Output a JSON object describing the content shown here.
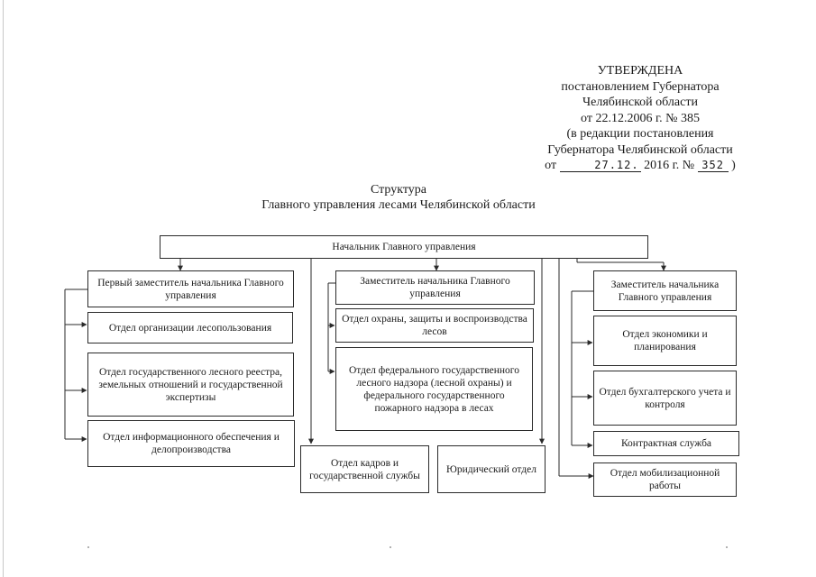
{
  "approval": {
    "line1": "УТВЕРЖДЕНА",
    "line2": "постановлением Губернатора",
    "line3": "Челябинской области",
    "line4": "от 22.12.2006 г. № 385",
    "line5": "(в редакции постановления",
    "line6": "Губернатора Челябинской области",
    "from_label": "от",
    "day": "27.12.",
    "year_text": "2016 г. №",
    "number": "352",
    "close": ")"
  },
  "title": {
    "line1": "Структура",
    "line2": "Главного управления лесами Челябинской  области"
  },
  "org": {
    "head": "Начальник Главного управления",
    "left": {
      "deputy": "Первый заместитель  начальника Главного управления",
      "dept1": "Отдел организации лесопользования",
      "dept2": "Отдел государственного лесного реестра, земельных отношений и государственной экспертизы",
      "dept3": "Отдел информационного обеспечения и делопроизводства"
    },
    "center": {
      "deputy": "Заместитель начальника Главного  управления",
      "dept1": "Отдел охраны, защиты  и воспроизводства лесов",
      "dept2": "Отдел федерального государственного лесного надзора (лесной охраны) и федерального государственного пожарного надзора в лесах"
    },
    "hr": "Отдел кадров и государственной службы",
    "legal": "Юридический отдел",
    "right": {
      "deputy": "Заместитель начальника Главного управления",
      "dept1": "Отдел экономики и планирования",
      "dept2": "Отдел бухгалтерского учета и контроля",
      "dept3": "Контрактная служба"
    },
    "mobilization": "Отдел мобилизационной работы"
  }
}
